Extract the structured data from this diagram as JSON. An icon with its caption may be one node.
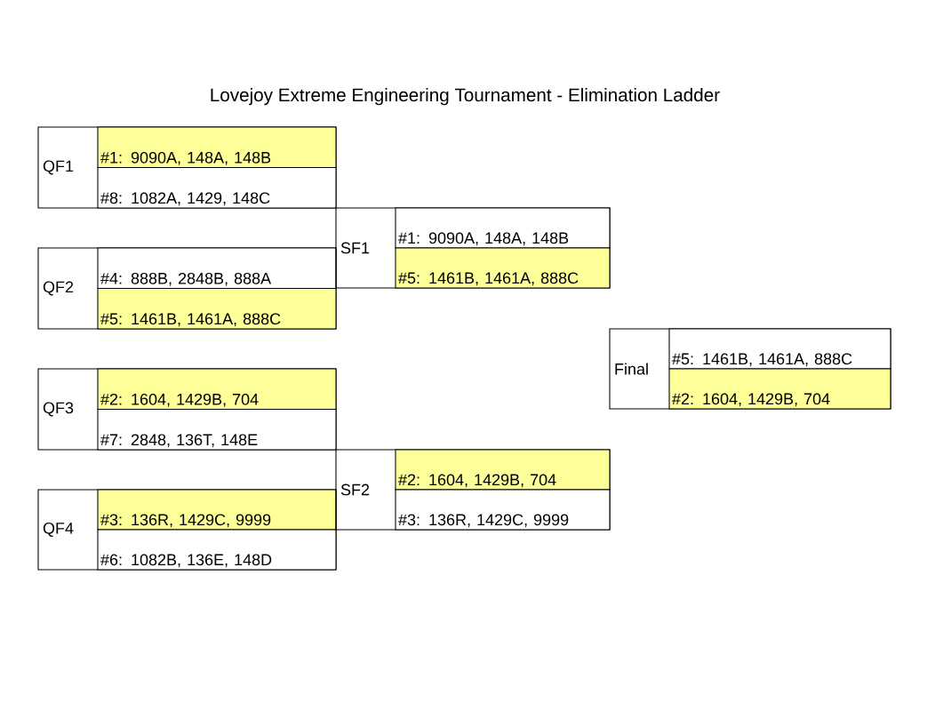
{
  "diagram": {
    "title": "Lovejoy Extreme Engineering Tournament - Elimination Ladder",
    "nodes": [
      {
        "text": [
          "QF1"
        ]
      },
      {
        "text": [
          "#1: 9090A, 148A, 148B"
        ],
        "in": 0
      },
      {
        "text": [
          "#8: 1082A, 1429, 148C"
        ],
        "in": 0
      },
      {
        "text": [
          "QF2"
        ]
      },
      {
        "text": [
          "#4: 888B, 2848B, 888A"
        ],
        "in": 3
      },
      {
        "text": [
          "#5: 1461B, 1461A, 888C"
        ],
        "in": 3
      },
      {
        "text": [
          "QF3"
        ]
      },
      {
        "text": [
          "#2: 1604, 1429B, 704"
        ],
        "in": 6
      },
      {
        "text": [
          "#7: 2848, 136T, 148E"
        ],
        "in": 6
      },
      {
        "text": [
          "QF4"
        ]
      },
      {
        "text": [
          "#3: 136R, 1429C, 9999"
        ],
        "in": 9
      },
      {
        "text": [
          "#6: 1082B, 136E, 148D"
        ],
        "in": 9
      },
      {
        "text": [
          "SF1"
        ]
      },
      {
        "text": [
          "#1: 9090A, 148A, 148B"
        ],
        "in": 12
      },
      {
        "text": [
          "#5: 1461B, 1461A, 888C"
        ],
        "in": 12
      },
      {
        "text": [
          "SF2"
        ]
      },
      {
        "text": [
          "#2: 1604, 1429B, 704"
        ],
        "in": 15
      },
      {
        "text": [
          "#3: 136R, 1429C, 9999"
        ],
        "in": 15
      },
      {
        "text": [
          "Final"
        ]
      },
      {
        "text": [
          "#5: 1461B, 1461A, 888C"
        ],
        "in": 18
      },
      {
        "text": [
          "#2: 1604, 1429B, 704"
        ],
        "in": 18
      }
    ]
  }
}
